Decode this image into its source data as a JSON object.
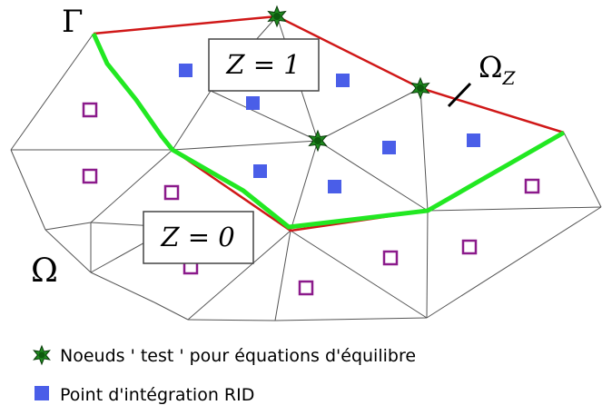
{
  "labels": {
    "gamma": "Γ",
    "omega": "Ω",
    "omega_z_main": "Ω",
    "omega_z_sub": "Z",
    "z1": "Z = 1",
    "z0": "Z = 0"
  },
  "legend": [
    {
      "marker": "green-star",
      "text": "Noeuds ' test ' pour équations d'équilibre"
    },
    {
      "marker": "blue-square",
      "text": "Point d'intégration RID"
    }
  ],
  "colors": {
    "mesh": "#555555",
    "red_boundary": "#d01818",
    "green_boundary": "#22e822",
    "rid_point": "#4a5ee8",
    "other_point": "#8b1a8b",
    "star_fill": "#1f8a1f",
    "star_outline": "#0a3a0a"
  }
}
